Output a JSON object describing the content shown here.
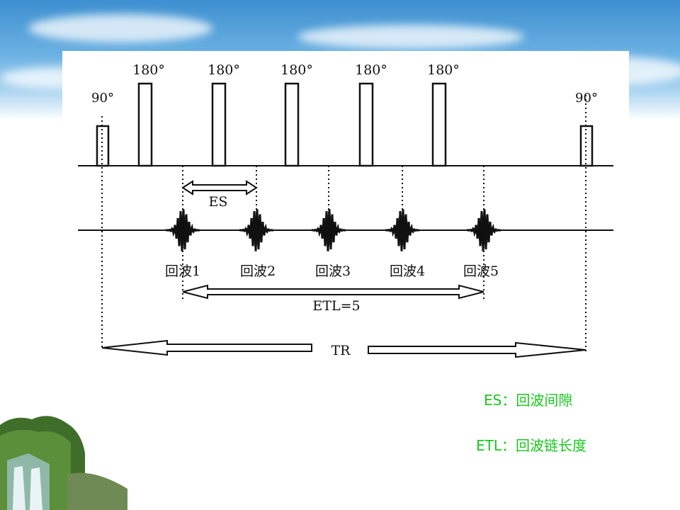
{
  "diagram": {
    "excitation_pulse_label": "90°",
    "refocus_pulse_label": "180°",
    "refocus_pulse_count": 5,
    "echo_labels": [
      "回波1",
      "回波2",
      "回波3",
      "回波4",
      "回波5"
    ],
    "es_label": "ES",
    "etl_label": "ETL=5",
    "tr_label": "TR"
  },
  "legend": [
    {
      "term": "ES",
      "separator": "：",
      "definition": "回波间隙"
    },
    {
      "term": "ETL",
      "separator": "：",
      "definition": "回波链长度"
    }
  ],
  "colors": {
    "legend_text": "#19c81e",
    "diagram_ink": "#111111",
    "sky_top": "#3d8fd0"
  }
}
